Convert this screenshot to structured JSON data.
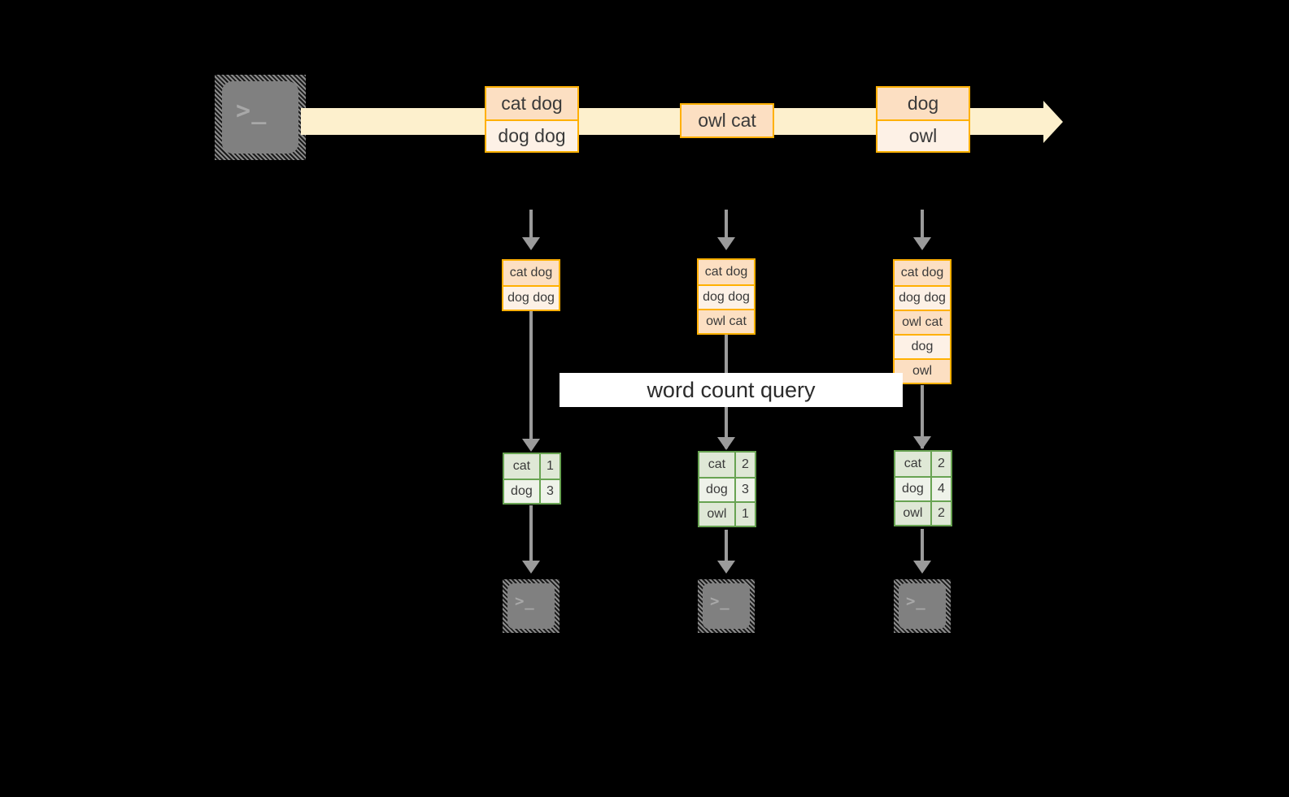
{
  "diagram": {
    "title_banner": "word count query",
    "stream": {
      "source_icon": "terminal-icon",
      "source_glyph": ">_",
      "arrow_direction": "right",
      "band_color": "#fdf0cd",
      "box_border_color": "#ffb000",
      "box_fill_dark": "#fcdfc2",
      "box_fill_light": "#fdf1e6",
      "events": [
        {
          "id": "event-1",
          "lines": [
            "cat dog",
            "dog dog"
          ]
        },
        {
          "id": "event-2",
          "lines": [
            "owl cat"
          ]
        },
        {
          "id": "event-3",
          "lines": [
            "dog",
            "owl"
          ]
        }
      ]
    },
    "snapshots": [
      {
        "id": "snapshot-1",
        "lines": [
          "cat dog",
          "dog dog"
        ],
        "result": {
          "border_color": "#68a352",
          "rows": [
            {
              "word": "cat",
              "count": "1"
            },
            {
              "word": "dog",
              "count": "3"
            }
          ]
        },
        "sink_icon": "terminal-icon",
        "sink_glyph": ">_"
      },
      {
        "id": "snapshot-2",
        "lines": [
          "cat dog",
          "dog dog",
          "owl cat"
        ],
        "result": {
          "border_color": "#68a352",
          "rows": [
            {
              "word": "cat",
              "count": "2"
            },
            {
              "word": "dog",
              "count": "3"
            },
            {
              "word": "owl",
              "count": "1"
            }
          ]
        },
        "sink_icon": "terminal-icon",
        "sink_glyph": ">_"
      },
      {
        "id": "snapshot-3",
        "lines": [
          "cat dog",
          "dog dog",
          "owl cat",
          "dog",
          "owl"
        ],
        "result": {
          "border_color": "#68a352",
          "rows": [
            {
              "word": "cat",
              "count": "2"
            },
            {
              "word": "dog",
              "count": "4"
            },
            {
              "word": "owl",
              "count": "2"
            }
          ]
        },
        "sink_icon": "terminal-icon",
        "sink_glyph": ">_"
      }
    ]
  }
}
